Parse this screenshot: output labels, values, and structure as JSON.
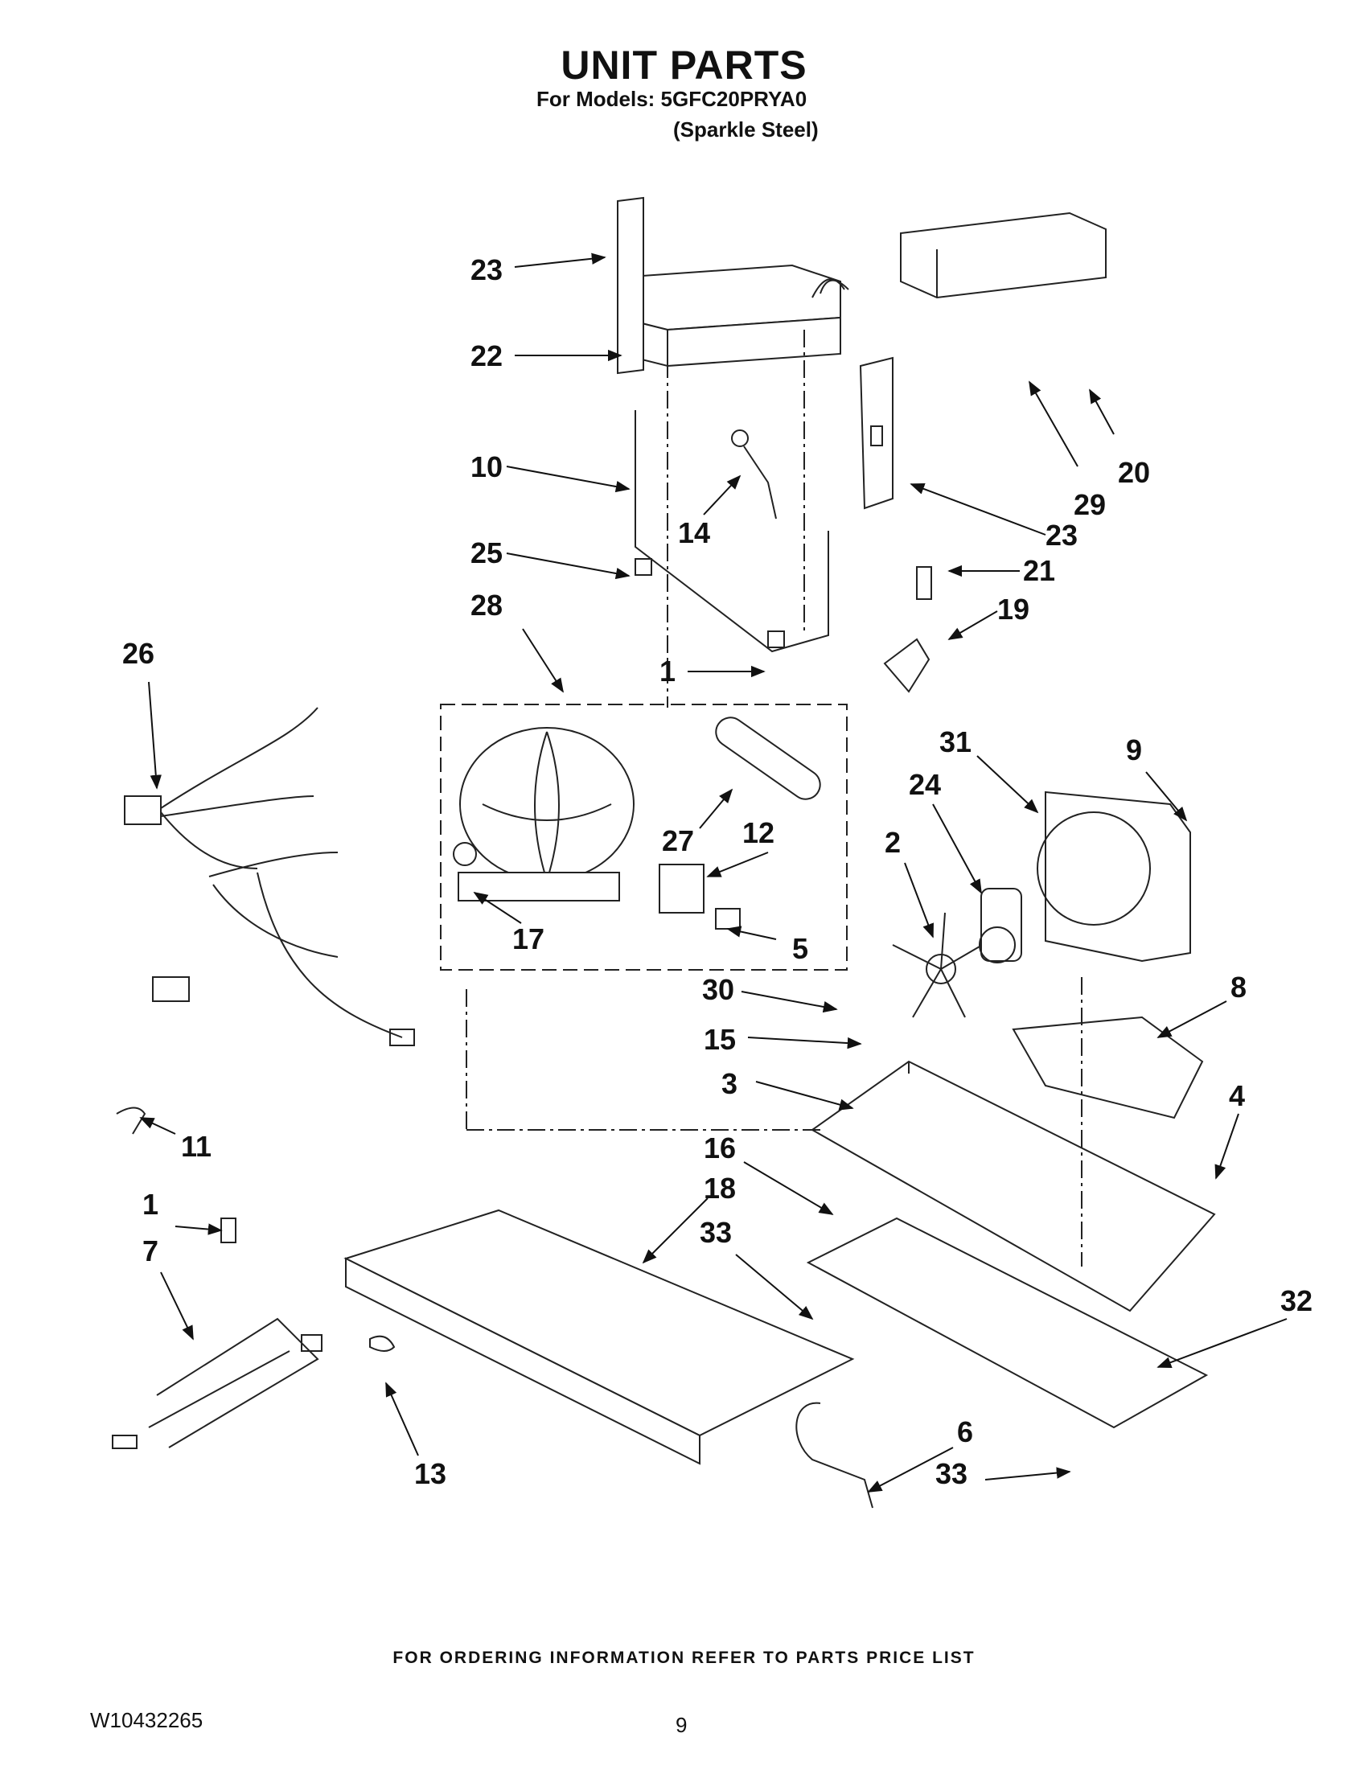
{
  "header": {
    "title": "UNIT PARTS",
    "models_line": "For Models: 5GFC20PRYA0",
    "color_line": "(Sparkle Steel)"
  },
  "callouts": [
    "23",
    "22",
    "10",
    "14",
    "25",
    "28",
    "26",
    "1",
    "27",
    "12",
    "17",
    "5",
    "20",
    "29",
    "23",
    "21",
    "19",
    "31",
    "9",
    "24",
    "2",
    "8",
    "30",
    "15",
    "3",
    "4",
    "11",
    "16",
    "18",
    "33",
    "1",
    "7",
    "13",
    "6",
    "33",
    "32"
  ],
  "footer": {
    "ordering_note": "FOR ORDERING INFORMATION REFER TO PARTS PRICE LIST",
    "document_number": "W10432265",
    "page_number": "9"
  }
}
